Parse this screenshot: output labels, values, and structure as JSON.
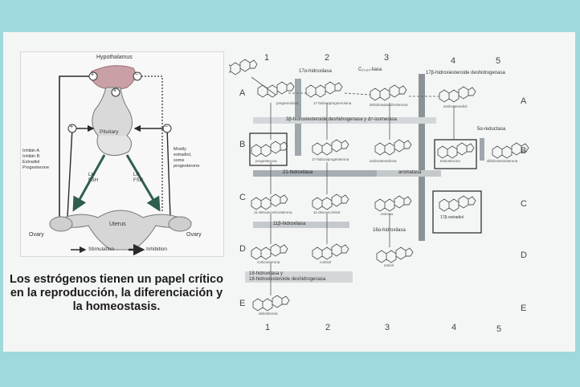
{
  "caption": "Los estrógenos tienen un papel crítico en la reproducción, la diferenciación y la homeostasis.",
  "left_figure": {
    "hypothalamus": "Hypothalamus",
    "pituitary": "Pituitary",
    "uterus": "Uterus",
    "ovary_left": "Ovary",
    "ovary_right": "Ovary",
    "lh_fsh_left": "LH\nFSH",
    "lh_fsh_right": "LH\nFSH",
    "side_left": "Inhibin A\nInhibin B\nEstradiol\nProgesterone",
    "side_right": "Mostly\nestradiol,\nsome\nprogesterone",
    "legend_stim": "Stimulation",
    "legend_inhib": "Inhibition",
    "signs": [
      "+",
      "−",
      "+",
      "−",
      "+"
    ]
  },
  "pathway": {
    "col_labels": [
      "1",
      "2",
      "3",
      "4",
      "5"
    ],
    "row_labels": [
      "A",
      "B",
      "C",
      "D",
      "E"
    ],
    "enzymes": {
      "e1": "17α-hidroxilasa",
      "e2": "C₁₇,₂₀-liasa",
      "e3": "17β-hidroxiesteroide deshidrogenasa",
      "e4": "3β-hidroxiesteroide deshidrogenasa y Δ⁵-isomerasa",
      "e5": "5α-reductasa",
      "e6": "21-hidroxilasa",
      "e7": "aromatasa",
      "e8": "11β-hidroxilasa",
      "e9": "16α-hidroxilasa",
      "e10": "18-hidroxilasa y\n18-hidroxiesteroide deshidrogenasa"
    },
    "compounds": {
      "a1": "pregnenolona",
      "a2": "17-hidroxipregnenolona",
      "a3": "dehidroepiandrosterona",
      "a4": "androstenediol",
      "b1": "progesterona",
      "b2": "17-hidroxiprogesterona",
      "b3": "androstenediona",
      "b4": "testosterona",
      "b5": "dihidrotestosterona",
      "c1": "11-desoxicorticosterona",
      "c2": "11-desoxicortisol",
      "c3": "estrona",
      "c4": "17β-estradiol",
      "d1": "corticosterona",
      "d2": "cortisol",
      "d3": "estriol",
      "e1": "aldosterona"
    }
  }
}
